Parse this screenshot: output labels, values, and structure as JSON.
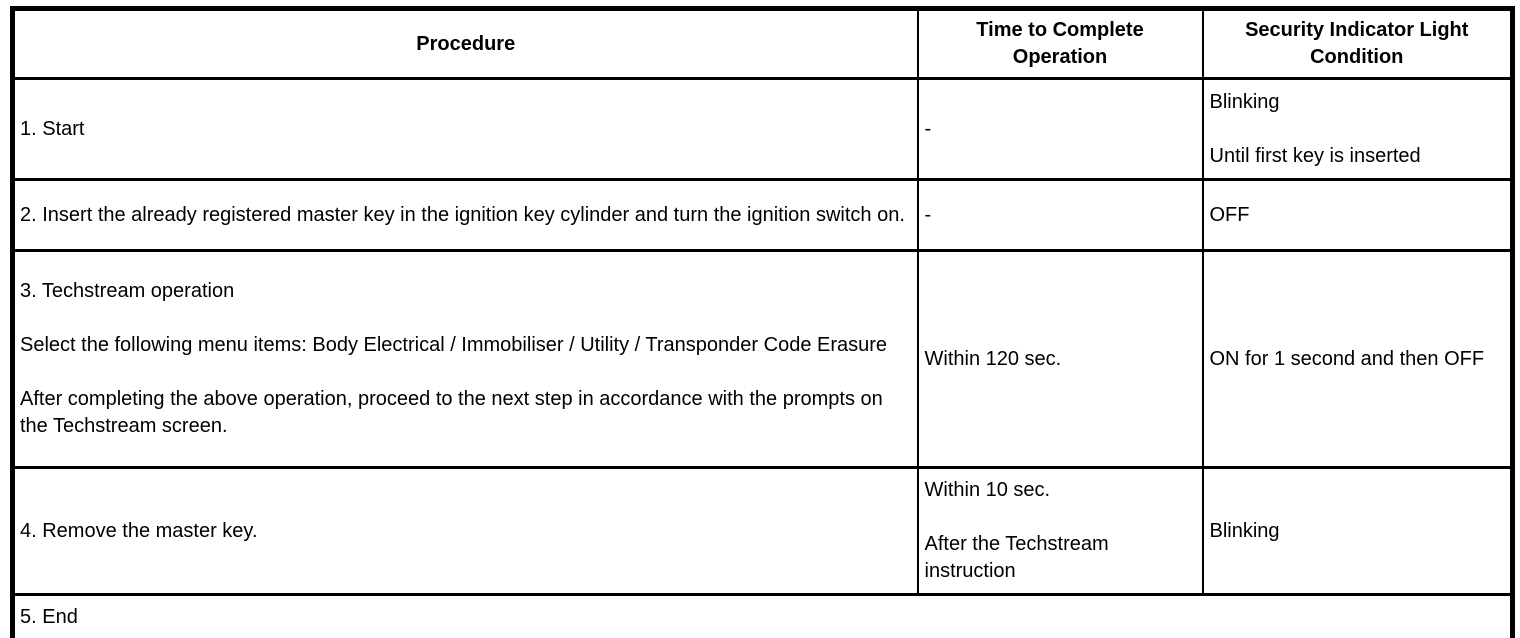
{
  "table": {
    "columns": [
      {
        "label": "Procedure"
      },
      {
        "label": "Time to Complete Operation"
      },
      {
        "label": "Security Indicator Light Condition"
      }
    ],
    "rows": [
      {
        "procedure": [
          "1. Start"
        ],
        "time": [
          "-"
        ],
        "light": [
          "Blinking",
          "Until first key is inserted"
        ]
      },
      {
        "procedure": [
          "2. Insert the already registered master key in the ignition key cylinder and turn the ignition switch on."
        ],
        "time": [
          "-"
        ],
        "light": [
          "OFF"
        ]
      },
      {
        "procedure": [
          "3. Techstream operation",
          "Select the following menu items: Body Electrical / Immobiliser / Utility / Transponder Code Erasure",
          "After completing the above operation, proceed to the next step in accordance with the prompts on the Techstream screen."
        ],
        "time": [
          "Within 120 sec."
        ],
        "light": [
          "ON for 1 second and then OFF"
        ]
      },
      {
        "procedure": [
          "4. Remove the master key."
        ],
        "time": [
          "Within 10 sec.",
          "After the Techstream instruction"
        ],
        "light": [
          "Blinking"
        ]
      },
      {
        "procedure": [
          "5. End"
        ],
        "span_all": true
      }
    ],
    "colors": {
      "border": "#000000",
      "background": "#ffffff",
      "text": "#000000"
    }
  }
}
